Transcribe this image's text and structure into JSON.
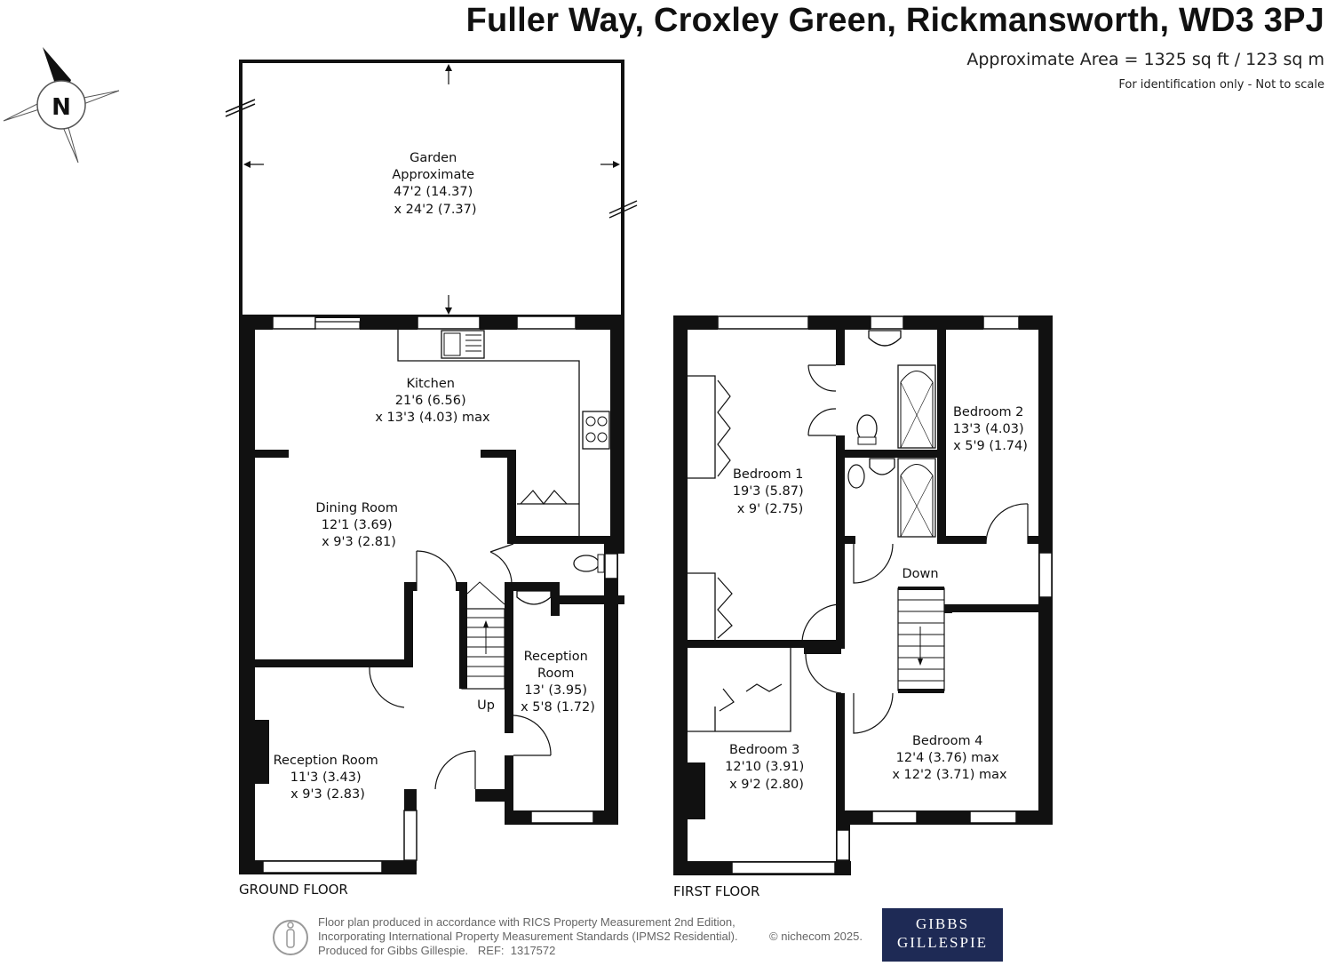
{
  "header": {
    "title": "Fuller Way, Croxley Green, Rickmansworth, WD3 3PJ",
    "area": "Approximate Area = 1325 sq ft / 123 sq m",
    "note": "For identification only - Not to scale"
  },
  "compass": {
    "letter": "N"
  },
  "ground_floor": {
    "label": "GROUND FLOOR",
    "stairs": "Up",
    "rooms": {
      "garden": [
        "Garden",
        "Approximate",
        "47'2 (14.37)",
        "x 24'2 (7.37)"
      ],
      "kitchen": [
        "Kitchen",
        "21'6 (6.56)",
        "x 13'3 (4.03) max"
      ],
      "dining": [
        "Dining Room",
        "12'1 (3.69)",
        "x 9'3 (2.81)"
      ],
      "reception_small": [
        "Reception",
        "Room",
        "13' (3.95)",
        "x 5'8 (1.72)"
      ],
      "reception_main": [
        "Reception Room",
        "11'3 (3.43)",
        "x 9'3 (2.83)"
      ]
    }
  },
  "first_floor": {
    "label": "FIRST FLOOR",
    "stairs": "Down",
    "rooms": {
      "bedroom1": [
        "Bedroom 1",
        "19'3 (5.87)",
        "x 9' (2.75)"
      ],
      "bedroom2": [
        "Bedroom 2",
        "13'3 (4.03)",
        "x 5'9 (1.74)"
      ],
      "bedroom3": [
        "Bedroom 3",
        "12'10 (3.91)",
        "x 9'2 (2.80)"
      ],
      "bedroom4": [
        "Bedroom 4",
        "12'4 (3.76) max",
        "x 12'2 (3.71) max"
      ]
    }
  },
  "footer": {
    "line1": "Floor plan produced in accordance with RICS Property Measurement 2nd Edition,",
    "line2": "Incorporating International Property Measurement Standards (IPMS2 Residential).",
    "line3": "Produced for Gibbs Gillespie.   REF:  1317572",
    "copyright": "© nichecom 2025.",
    "logo_line1": "GIBBS",
    "logo_line2": "GILLESPIE"
  },
  "colors": {
    "wall": "#111111",
    "window": "#ffffff",
    "logo_bg": "#1e2a55"
  }
}
